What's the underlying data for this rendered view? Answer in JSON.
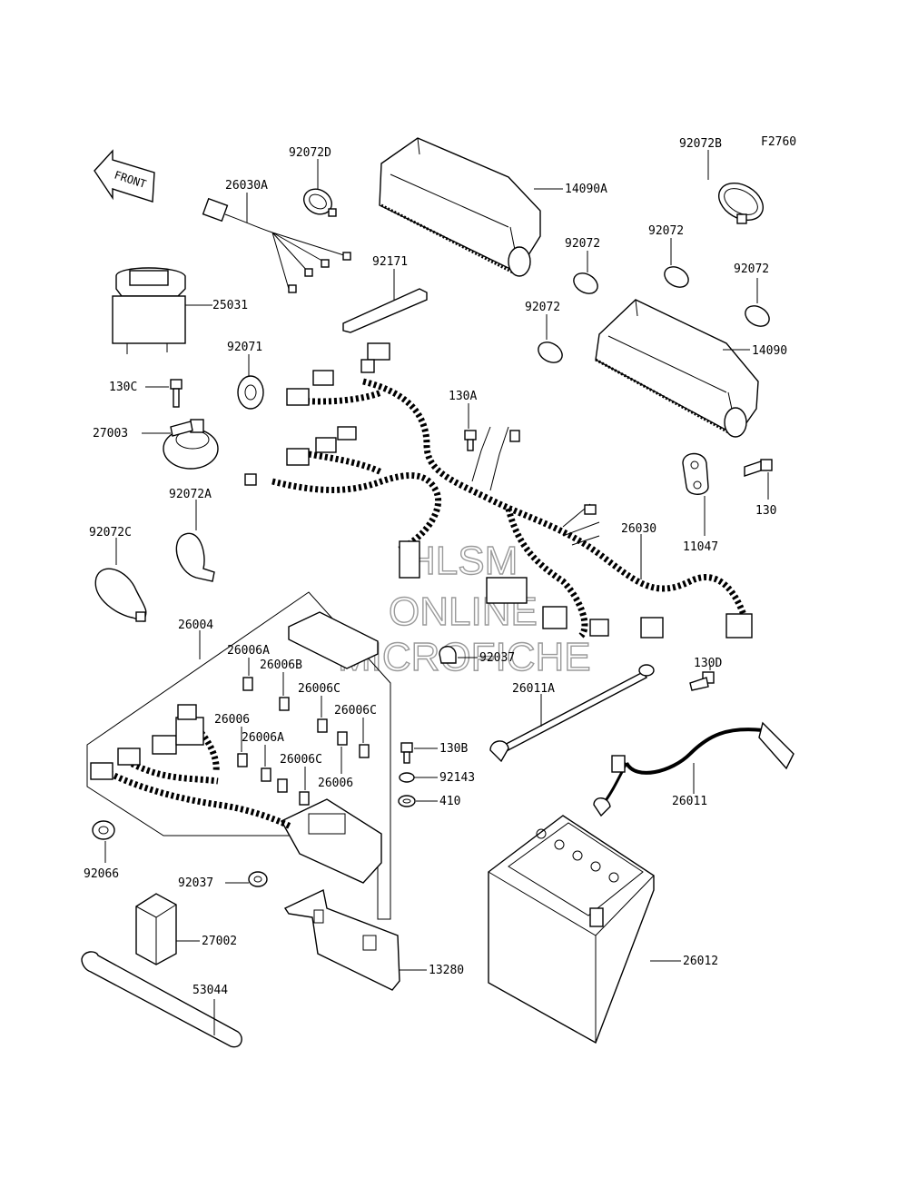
{
  "figure_code": "F2760",
  "front_arrow_label": "FRONT",
  "watermark": {
    "line1": "HLSM",
    "line2": "ONLINE",
    "line3": "MICROFICHE"
  },
  "labels": {
    "p92072D": "92072D",
    "p26030A": "26030A",
    "p14090A": "14090A",
    "p92072B": "92072B",
    "p92072_a": "92072",
    "p92072_b": "92072",
    "p92072_c": "92072",
    "p92072_d": "92072",
    "p92171": "92171",
    "p25031": "25031",
    "p92071": "92071",
    "p130C": "130C",
    "p27003": "27003",
    "p130A": "130A",
    "p14090": "14090",
    "p130": "130",
    "p11047": "11047",
    "p92072A": "92072A",
    "p92072C": "92072C",
    "p26030": "26030",
    "p26004": "26004",
    "p26006A_1": "26006A",
    "p26006B": "26006B",
    "p26006C_1": "26006C",
    "p26006C_2": "26006C",
    "p26006_1": "26006",
    "p26006A_2": "26006A",
    "p26006C_3": "26006C",
    "p26006_2": "26006",
    "p92037_1": "92037",
    "p130D": "130D",
    "p26011A": "26011A",
    "p130B": "130B",
    "p92143": "92143",
    "p410": "410",
    "p26011": "26011",
    "p92066": "92066",
    "p92037_2": "92037",
    "p27002": "27002",
    "p53044": "53044",
    "p13280": "13280",
    "p26012": "26012"
  }
}
